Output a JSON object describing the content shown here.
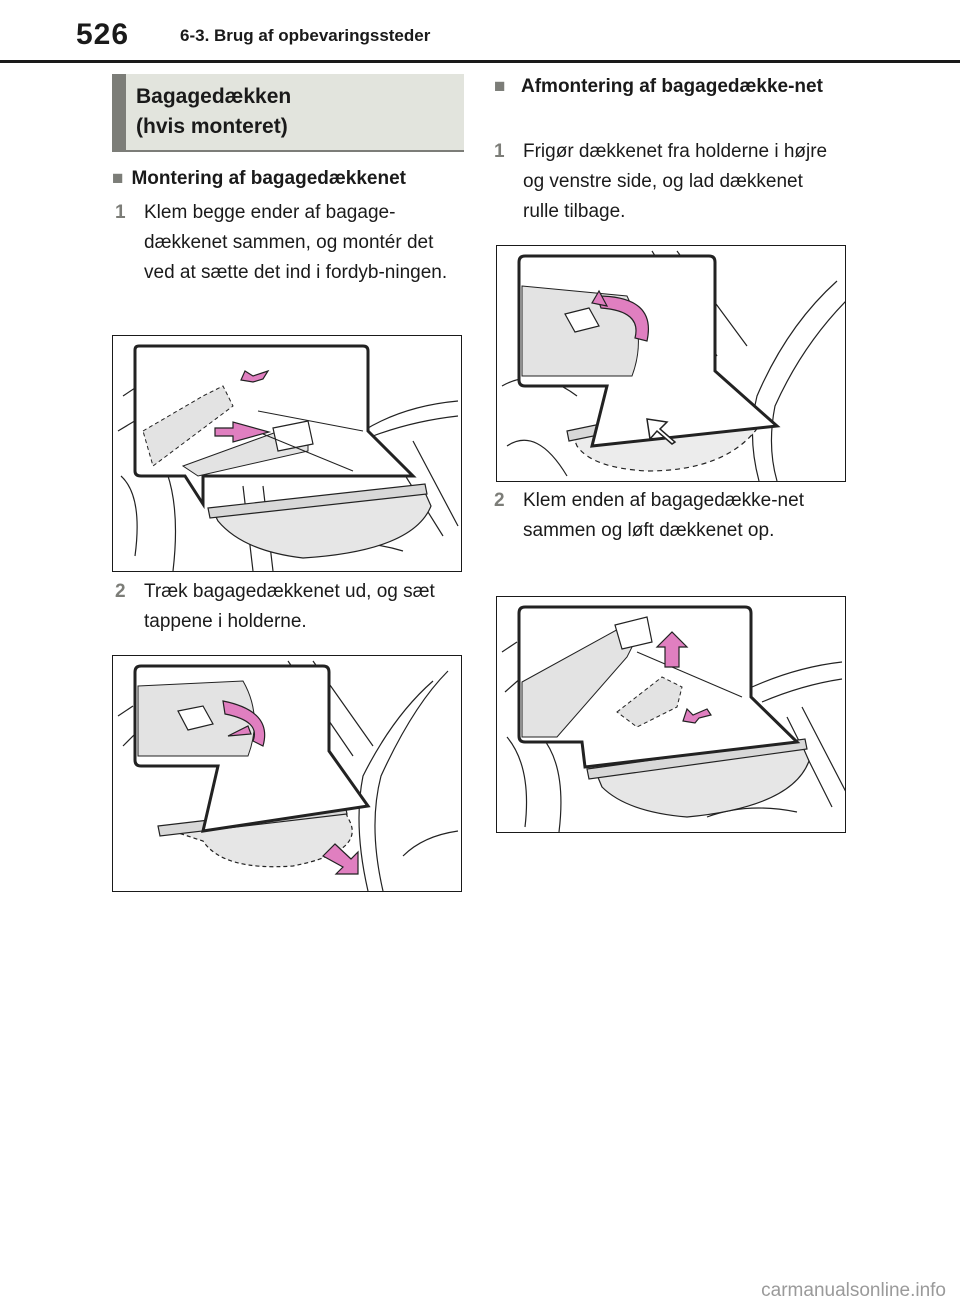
{
  "header": {
    "page_number": "526",
    "chapter": "6-3. Brug af opbevaringssteder"
  },
  "section": {
    "title": "Bagagedækken\n(hvis monteret)"
  },
  "left": {
    "heading": "Montering af bagagedækkenet",
    "steps": [
      {
        "num": "1",
        "text": "Klem begge ender af bagage-dækkenet sammen, og montér det ved at sætte det ind i fordyb-ningen."
      },
      {
        "num": "2",
        "text": "Træk bagagedækkenet ud, og sæt tappene i holderne."
      }
    ]
  },
  "right": {
    "heading": "Afmontering af bagagedække-net",
    "steps": [
      {
        "num": "1",
        "text": "Frigør dækkenet fra holderne i højre og venstre side, og lad dækkenet rulle tilbage."
      },
      {
        "num": "2",
        "text": "Klem enden af bagagedække-net sammen og løft dækkenet op."
      }
    ]
  },
  "footer": {
    "logo": "carmanualsonline.info"
  },
  "colors": {
    "accent_gray": "#7c7d78",
    "section_bg": "#e2e4dd",
    "arrow_pink": "#e07fc0"
  }
}
